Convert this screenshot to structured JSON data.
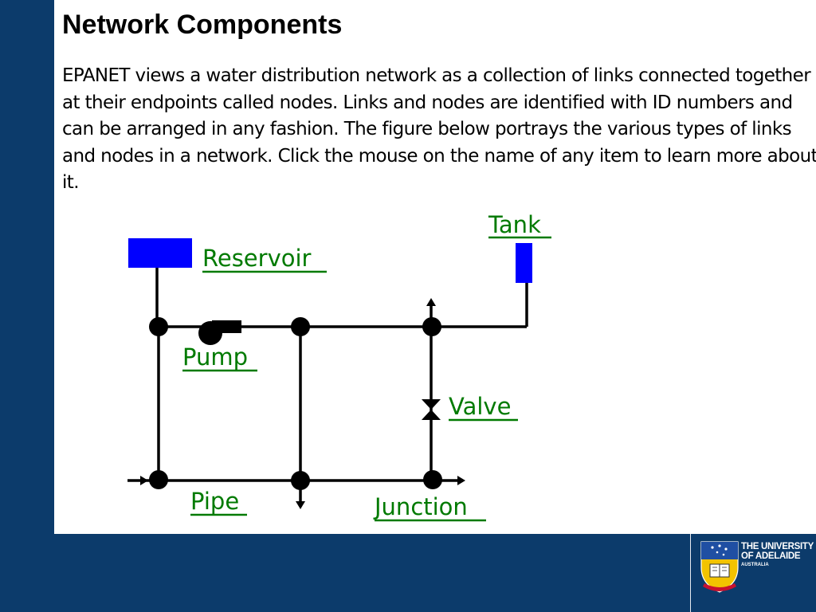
{
  "page": {
    "title": "Network Components",
    "intro": "EPANET views a water distribution network as a collection of links connected together at their endpoints called nodes. Links and nodes are identified with ID numbers and can be arranged in any fashion. The figure below portrays the various types of links and nodes in a network. Click the mouse on the name of any item to learn more about it."
  },
  "diagram": {
    "labels": {
      "reservoir": "Reservoir",
      "tank": "Tank",
      "pump": "Pump",
      "valve": "Valve",
      "pipe": "Pipe",
      "junction": "Junction"
    },
    "colors": {
      "storage_fill": "#0000ff",
      "link_text": "#007a00",
      "lines": "#000000"
    }
  },
  "footer": {
    "logo_line1": "THE UNIVERSITY",
    "logo_line2": "OF ADELAIDE",
    "logo_line3": "AUSTRALIA"
  },
  "colors": {
    "background": "#0c3b6b",
    "panel": "#ffffff"
  }
}
